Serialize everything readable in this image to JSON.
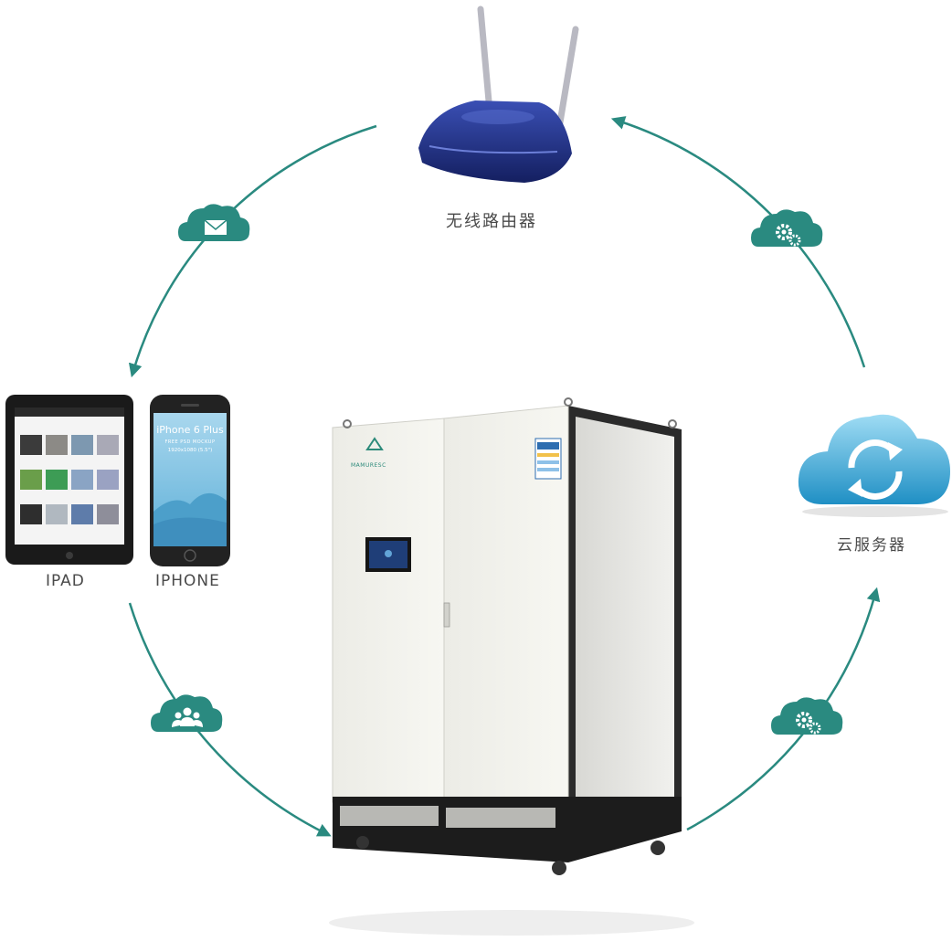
{
  "nodes": {
    "router": {
      "label": "无线路由器"
    },
    "cloud": {
      "label": "云服务器"
    },
    "ipad": {
      "label": "IPAD"
    },
    "iphone": {
      "label": "IPHONE",
      "screen_title": "iPhone 6 Plus",
      "screen_subtitle": "FREE PSD MOCKUP",
      "screen_resolution": "1920x1080 (5.5\")"
    },
    "cabinet": {
      "brand": "MAMURESC"
    }
  },
  "icons": {
    "top_left": "mail-cloud-icon",
    "top_right": "gear-cloud-icon",
    "bottom_left": "users-cloud-icon",
    "bottom_right": "gear-cloud-icon"
  },
  "colors": {
    "arrow": "#2a8a80",
    "cloud_icon": "#2a8a80",
    "router_body": "#1e2f86",
    "server_cloud": "#3fb0dc",
    "label": "#4a4a4a"
  }
}
